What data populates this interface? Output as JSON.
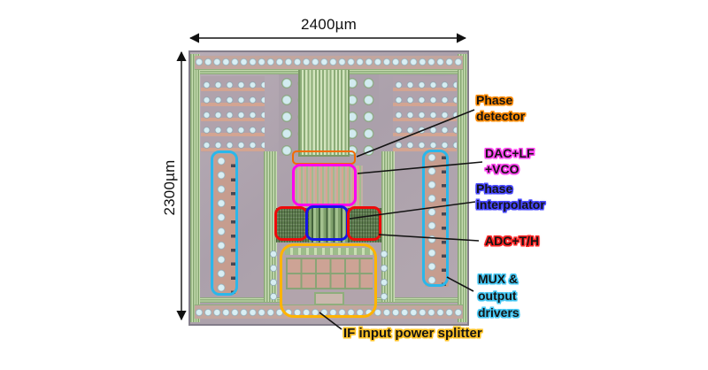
{
  "figure": {
    "dimension_labels": {
      "width": "2400µm",
      "height": "2300µm"
    },
    "annotations": [
      {
        "id": "phase-detector",
        "lines": [
          "Phase",
          "detector"
        ],
        "color": "#f26b00"
      },
      {
        "id": "dac-lf-vco",
        "lines": [
          "DAC+LF",
          "+VCO"
        ],
        "color": "#ff00f0"
      },
      {
        "id": "phase-interpolator",
        "lines": [
          "Phase",
          "interpolator"
        ],
        "color": "#1414e8"
      },
      {
        "id": "adc-th",
        "lines": [
          "ADC+T/H"
        ],
        "color": "#ee0a0a"
      },
      {
        "id": "mux-output-drivers",
        "lines": [
          "MUX &",
          "output",
          "drivers"
        ],
        "color": "#2bb7ea"
      },
      {
        "id": "if-input-power-splitter",
        "lines": [
          "IF input power splitter"
        ],
        "color": "#ffb400"
      }
    ]
  }
}
